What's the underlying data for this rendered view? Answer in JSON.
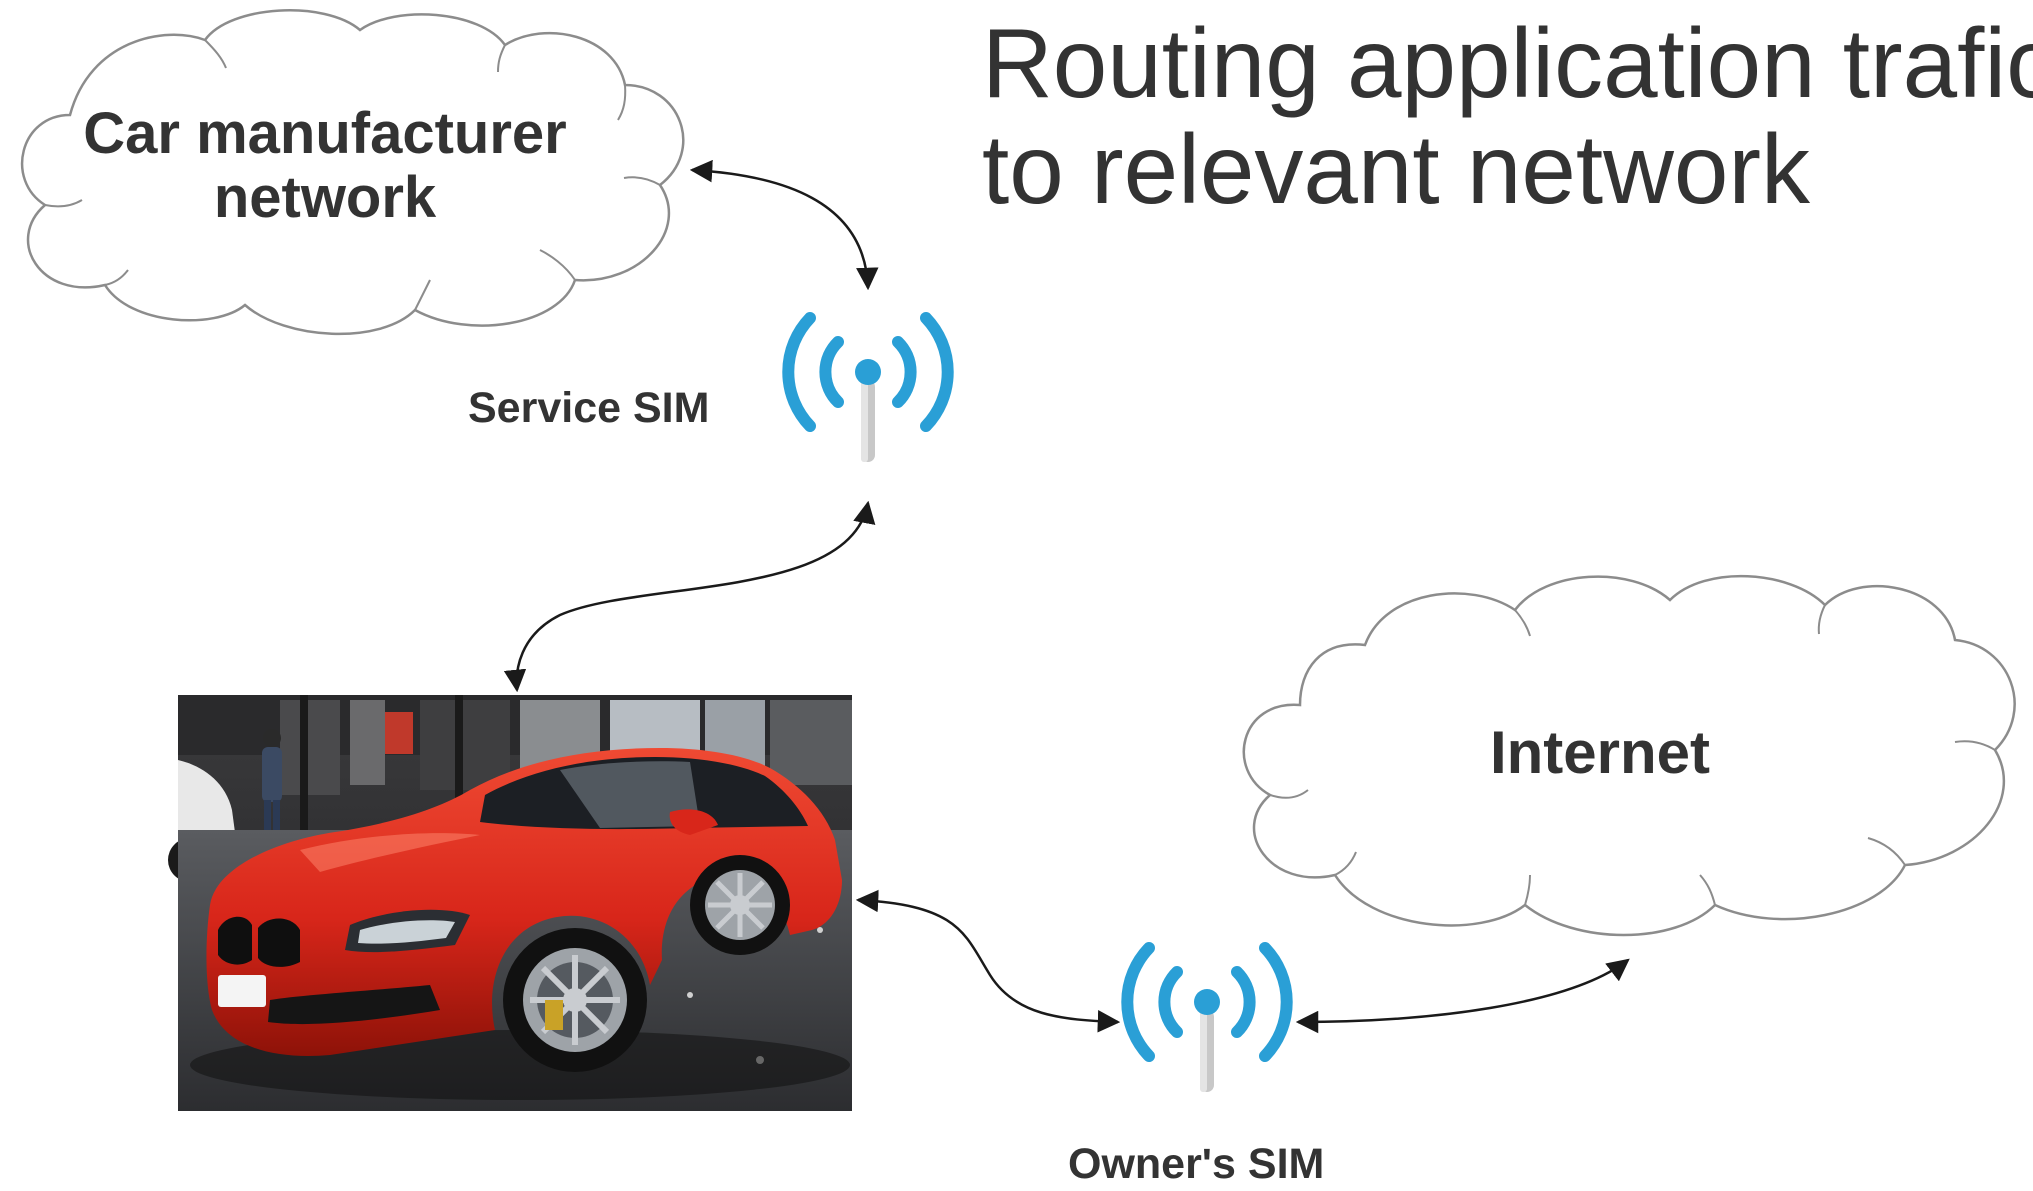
{
  "title": {
    "line1": "Routing application trafic",
    "line2": "to relevant network"
  },
  "clouds": {
    "car_manufacturer": {
      "line1": "Car manufacturer",
      "line2": "network"
    },
    "internet": {
      "label": "Internet"
    }
  },
  "sims": {
    "service": {
      "label": "Service SIM",
      "icon": "wifi-antenna-icon"
    },
    "owner": {
      "label": "Owner's SIM",
      "icon": "wifi-antenna-icon"
    }
  },
  "car": {
    "icon": "red-coupe-photo"
  },
  "colors": {
    "text": "#333333",
    "cloud_stroke": "#8c8c8c",
    "antenna_blue": "#2a9fd6",
    "car_red": "#d8261a",
    "arrow": "#1a1a1a"
  }
}
